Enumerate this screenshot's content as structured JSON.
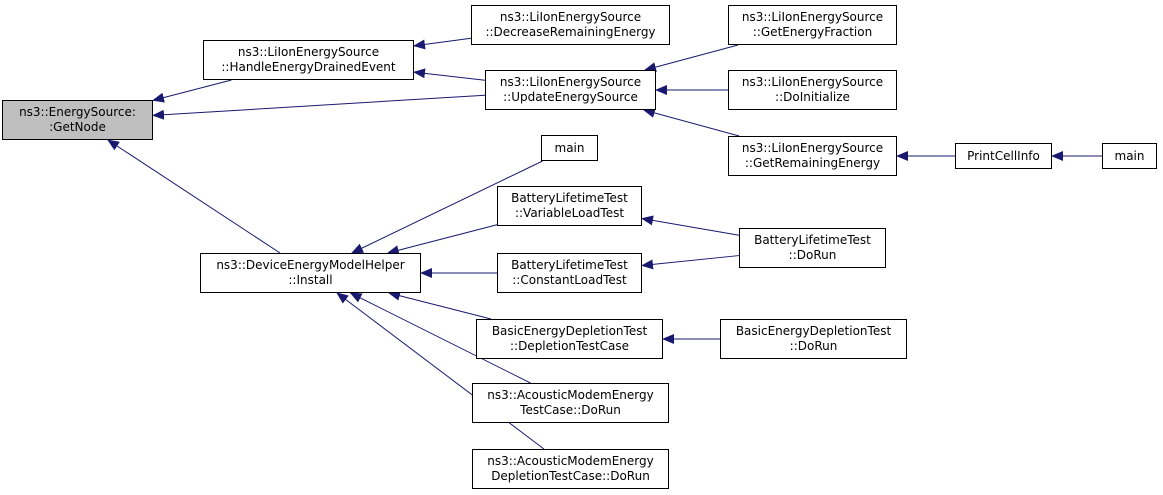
{
  "colors": {
    "edge": "#191970",
    "node_border": "#000000",
    "node_fill": "#ffffff",
    "root_fill": "#bfbfbf"
  },
  "nodes": {
    "get_node": {
      "line1": "ns3::EnergySource:",
      "line2": ":GetNode"
    },
    "handle_energy_drained": {
      "line1": "ns3::LiIonEnergySource",
      "line2": "::HandleEnergyDrainedEvent"
    },
    "decrease_remaining_energy": {
      "line1": "ns3::LiIonEnergySource",
      "line2": "::DecreaseRemainingEnergy"
    },
    "update_energy_source": {
      "line1": "ns3::LiIonEnergySource",
      "line2": "::UpdateEnergySource"
    },
    "get_energy_fraction": {
      "line1": "ns3::LiIonEnergySource",
      "line2": "::GetEnergyFraction"
    },
    "do_initialize": {
      "line1": "ns3::LiIonEnergySource",
      "line2": "::DoInitialize"
    },
    "get_remaining_energy": {
      "line1": "ns3::LiIonEnergySource",
      "line2": "::GetRemainingEnergy"
    },
    "print_cell_info": {
      "line1": "PrintCellInfo"
    },
    "main_top": {
      "line1": "main"
    },
    "main_mid": {
      "line1": "main"
    },
    "device_energy_install": {
      "line1": "ns3::DeviceEnergyModelHelper",
      "line2": "::Install"
    },
    "variable_load_test": {
      "line1": "BatteryLifetimeTest",
      "line2": "::VariableLoadTest"
    },
    "constant_load_test": {
      "line1": "BatteryLifetimeTest",
      "line2": "::ConstantLoadTest"
    },
    "battery_do_run": {
      "line1": "BatteryLifetimeTest",
      "line2": "::DoRun"
    },
    "depletion_test_case": {
      "line1": "BasicEnergyDepletionTest",
      "line2": "::DepletionTestCase"
    },
    "basic_depletion_do_run": {
      "line1": "BasicEnergyDepletionTest",
      "line2": "::DoRun"
    },
    "acoustic_modem_do_run": {
      "line1": "ns3::AcousticModemEnergy",
      "line2": "TestCase::DoRun"
    },
    "acoustic_depletion_do_run": {
      "line1": "ns3::AcousticModemEnergy",
      "line2": "DepletionTestCase::DoRun"
    }
  },
  "edges": [
    {
      "from": "handle_energy_drained",
      "to": "get_node"
    },
    {
      "from": "update_energy_source",
      "to": "get_node"
    },
    {
      "from": "device_energy_install",
      "to": "get_node"
    },
    {
      "from": "decrease_remaining_energy",
      "to": "handle_energy_drained"
    },
    {
      "from": "update_energy_source",
      "to": "handle_energy_drained"
    },
    {
      "from": "get_energy_fraction",
      "to": "update_energy_source"
    },
    {
      "from": "do_initialize",
      "to": "update_energy_source"
    },
    {
      "from": "get_remaining_energy",
      "to": "update_energy_source"
    },
    {
      "from": "print_cell_info",
      "to": "get_remaining_energy"
    },
    {
      "from": "main_top",
      "to": "print_cell_info"
    },
    {
      "from": "main_mid",
      "to": "device_energy_install"
    },
    {
      "from": "variable_load_test",
      "to": "device_energy_install"
    },
    {
      "from": "constant_load_test",
      "to": "device_energy_install"
    },
    {
      "from": "depletion_test_case",
      "to": "device_energy_install"
    },
    {
      "from": "acoustic_modem_do_run",
      "to": "device_energy_install"
    },
    {
      "from": "acoustic_depletion_do_run",
      "to": "device_energy_install"
    },
    {
      "from": "battery_do_run",
      "to": "variable_load_test"
    },
    {
      "from": "battery_do_run",
      "to": "constant_load_test"
    },
    {
      "from": "basic_depletion_do_run",
      "to": "depletion_test_case"
    }
  ]
}
